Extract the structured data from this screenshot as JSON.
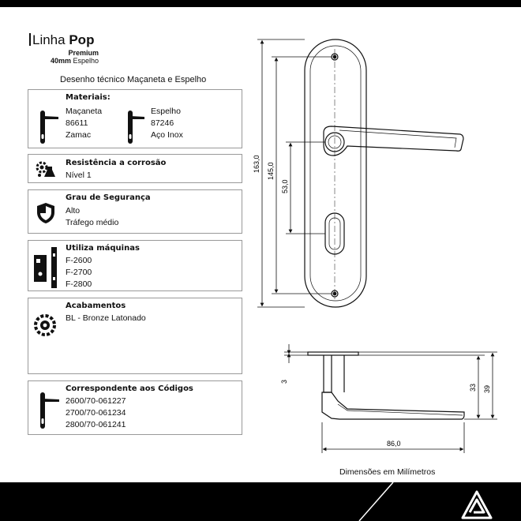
{
  "header": {
    "line": "Linha",
    "model": "Pop",
    "subtitle": "Premium",
    "size_value": "40mm",
    "size_label": "Espelho",
    "doc_title": "Desenho técnico Maçaneta e Espelho"
  },
  "materials": {
    "title": "Materiais:",
    "left": {
      "name": "Maçaneta",
      "code": "86611",
      "material": "Zamac"
    },
    "right": {
      "name": "Espelho",
      "code": "87246",
      "material": "Aço Inox"
    }
  },
  "corrosion": {
    "title": "Resistência a corrosão",
    "value": "Nível 1"
  },
  "security": {
    "title": "Grau de Segurança",
    "level": "Alto",
    "traffic": "Tráfego médio"
  },
  "machines": {
    "title": "Utiliza máquinas",
    "items": [
      "F-2600",
      "F-2700",
      "F-2800"
    ]
  },
  "finishes": {
    "title": "Acabamentos",
    "value": "BL - Bronze Latonado"
  },
  "codes": {
    "title": "Correspondente aos Códigos",
    "items": [
      "2600/70-061227",
      "2700/70-061234",
      "2800/70-061241"
    ]
  },
  "drawing": {
    "dims": {
      "total": "163,0",
      "holes": "145,0",
      "keyhole": "53,0",
      "plate": "3",
      "rose": "33",
      "height": "39",
      "length": "86,0"
    },
    "note": "Dimensões em Milímetros"
  },
  "colors": {
    "line": "#111111",
    "border": "#999999",
    "bar": "#000000"
  },
  "icons": [
    "handle-icon",
    "plate-icon",
    "gear-flask-icon",
    "shield-icon",
    "lock-machine-icon",
    "palette-icon",
    "brand-logo-icon"
  ]
}
